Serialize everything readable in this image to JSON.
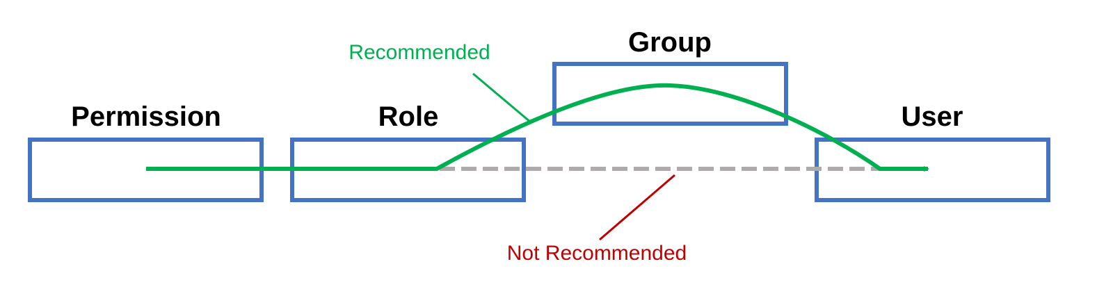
{
  "nodes": {
    "permission": "Permission",
    "role": "Role",
    "group": "Group",
    "user": "User"
  },
  "annotations": {
    "recommended": "Recommended",
    "not_recommended": "Not Recommended"
  },
  "colors": {
    "box": "#4472C4",
    "recommended": "#00B050",
    "not_recommended": "#C00000",
    "dashed": "#AFABAB"
  }
}
